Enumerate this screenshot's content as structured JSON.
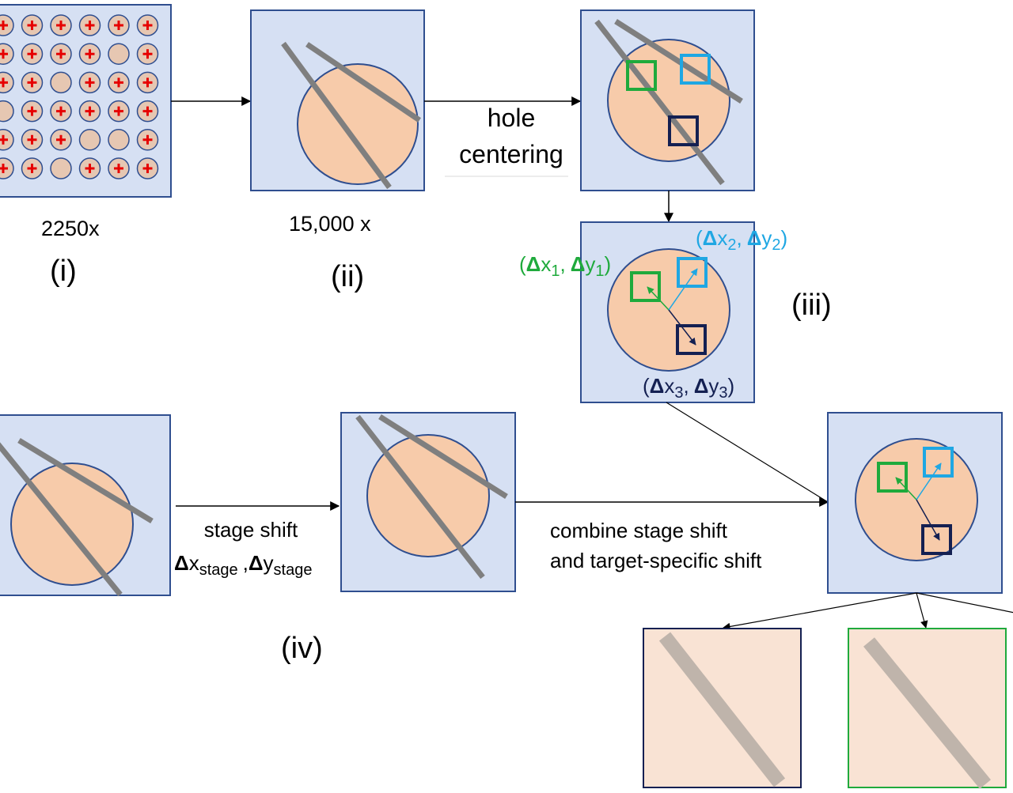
{
  "colors": {
    "panel_fill": "#d6e0f3",
    "panel_stroke": "#2f4e8f",
    "hole_fill": "#f7cbaa",
    "hole_stroke": "#2f4e8f",
    "grid_hole_fill": "#e6c7b2",
    "plus_color": "#e60000",
    "filament": "#7f7f7f",
    "arrow": "#000000",
    "target_green": "#1faa3c",
    "target_cyan": "#1fa7e3",
    "target_navy": "#142052",
    "crop_fill": "#f9e3d4",
    "crop_filament": "#bfb4ab"
  },
  "icons": {
    "plus_marker": "plus-icon"
  },
  "grid": {
    "rows": [
      [
        1,
        1,
        1,
        1,
        1,
        1
      ],
      [
        1,
        1,
        1,
        1,
        0,
        1
      ],
      [
        1,
        1,
        0,
        1,
        1,
        1
      ],
      [
        0,
        1,
        1,
        1,
        1,
        1
      ],
      [
        1,
        1,
        1,
        0,
        0,
        1
      ],
      [
        1,
        1,
        0,
        1,
        1,
        1
      ]
    ]
  },
  "labels": {
    "mag_1": "2250x",
    "stage_1": "(i)",
    "mag_2": "15,000 x",
    "stage_2": "(ii)",
    "hole_centering_line1": "hole",
    "hole_centering_line2": "centering",
    "stage_3": "(iii)",
    "stage_4": "(iv)",
    "stage_shift": "stage shift",
    "combine_line1": "combine stage shift",
    "combine_line2": "and target-specific shift",
    "delta": "Δ",
    "x": "x",
    "y": "y",
    "comma": ",",
    "paren_open": "(",
    "paren_close": ")",
    "sub_1": "1",
    "sub_2": "2",
    "sub_3": "3",
    "sub_stage": "stage"
  }
}
